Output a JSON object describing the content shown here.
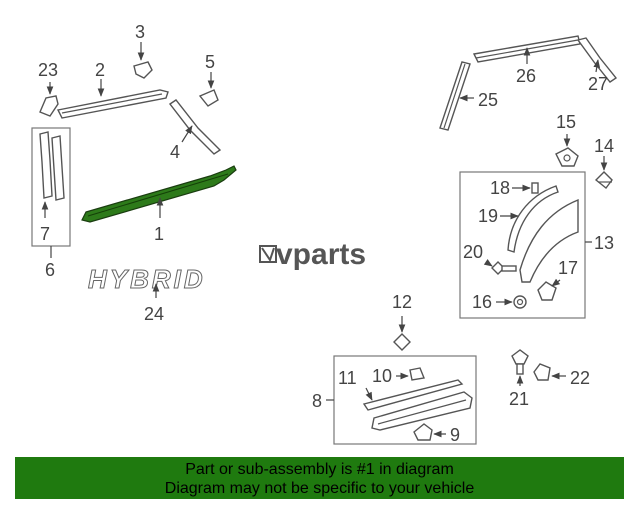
{
  "callouts": [
    "1",
    "2",
    "3",
    "4",
    "5",
    "6",
    "7",
    "8",
    "9",
    "10",
    "11",
    "12",
    "13",
    "14",
    "15",
    "16",
    "17",
    "18",
    "19",
    "20",
    "21",
    "22",
    "23",
    "24",
    "25",
    "26",
    "27"
  ],
  "emblem_text": "HYBRID",
  "watermark": "vparts",
  "colors": {
    "highlight": "#2d7a1a",
    "footer_bg": "#1f7a0f",
    "line": "#555555"
  },
  "footer": {
    "line1": "Part or sub-assembly is #1 in diagram",
    "line2": "Diagram may not be specific to your vehicle"
  }
}
